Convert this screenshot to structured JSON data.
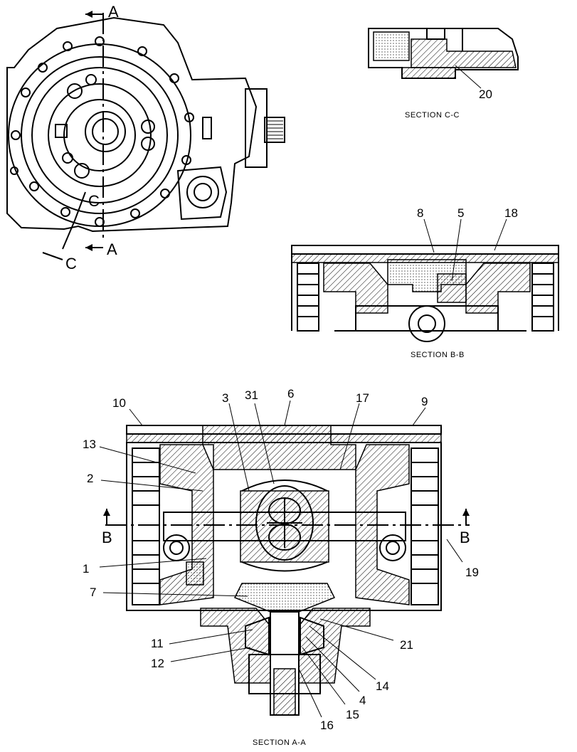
{
  "section_labels": {
    "cc": "SECTION C-C",
    "bb": "SECTION B-B",
    "aa": "SECTION A-A"
  },
  "cut_letters": {
    "a_top": "A",
    "a_bottom": "A",
    "c_inner": "C",
    "c_outer": "C",
    "b_left": "B",
    "b_right": "B"
  },
  "callouts": {
    "n20": "20",
    "n8": "8",
    "n5": "5",
    "n18": "18",
    "n10": "10",
    "n3": "3",
    "n31": "31",
    "n6": "6",
    "n17": "17",
    "n9": "9",
    "n13": "13",
    "n2": "2",
    "n1": "1",
    "n7": "7",
    "n19": "19",
    "n11": "11",
    "n12": "12",
    "n21": "21",
    "n14": "14",
    "n4": "4",
    "n15": "15",
    "n16": "16"
  }
}
